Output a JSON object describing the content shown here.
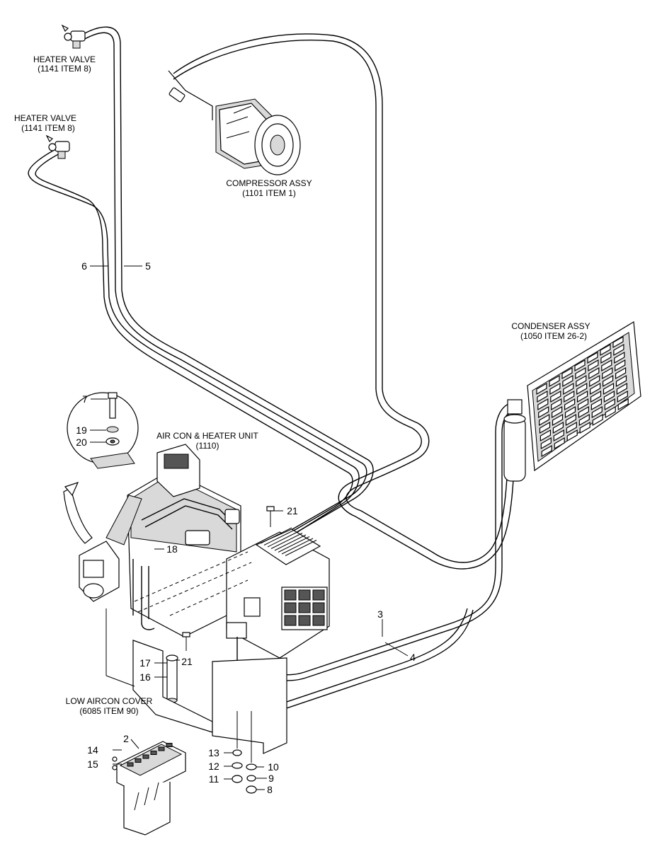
{
  "labels": {
    "heater_valve_top": "HEATER VALVE",
    "heater_valve_top_ref": "(1141 ITEM 8)",
    "heater_valve_mid": "HEATER VALVE",
    "heater_valve_mid_ref": "(1141 ITEM 8)",
    "compressor": "COMPRESSOR ASSY",
    "compressor_ref": "(1101 ITEM 1)",
    "condenser": "CONDENSER ASSY",
    "condenser_ref": "(1050 ITEM 26-2)",
    "aircon_unit": "AIR CON & HEATER UNIT",
    "aircon_unit_ref": "(1110)",
    "low_cover": "LOW AIRCON COVER",
    "low_cover_ref": "(6085 ITEM 90)"
  },
  "callouts": {
    "c2": "2",
    "c3": "3",
    "c4": "4",
    "c5": "5",
    "c6": "6",
    "c7": "7",
    "c8": "8",
    "c9": "9",
    "c10": "10",
    "c11": "11",
    "c12": "12",
    "c13": "13",
    "c14": "14",
    "c15": "15",
    "c16": "16",
    "c17": "17",
    "c18": "18",
    "c19": "19",
    "c20": "20",
    "c21a": "21",
    "c21b": "21"
  }
}
